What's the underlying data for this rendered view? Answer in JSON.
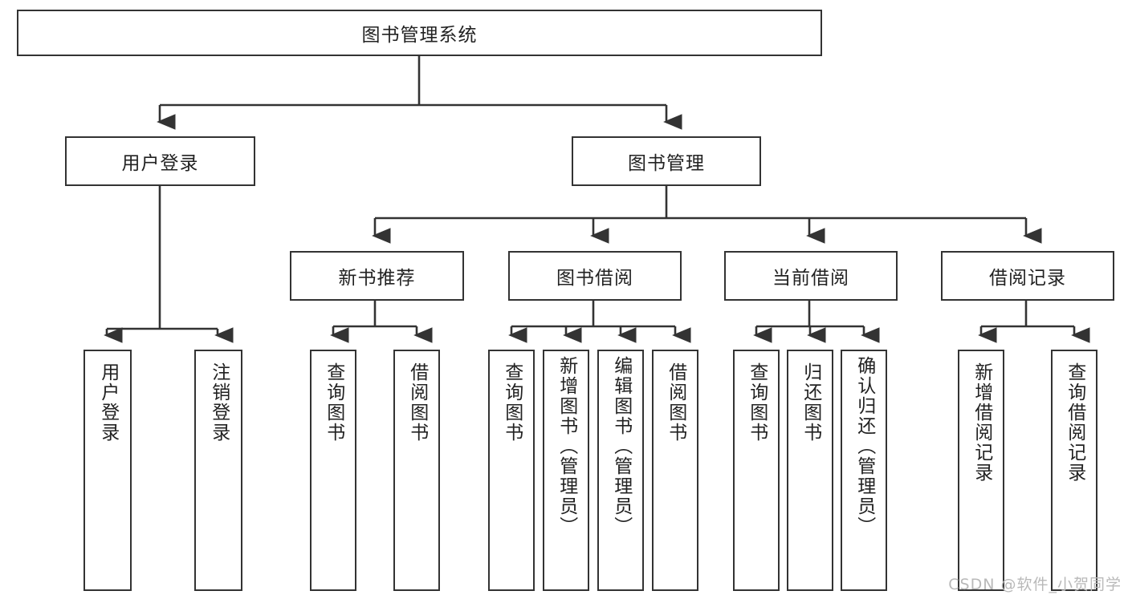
{
  "diagram": {
    "type": "tree",
    "title": "图书管理系统",
    "orientation": "top-down",
    "colors": {
      "box_border": "#333333",
      "box_fill": "#ffffff",
      "edge": "#333333",
      "text": "#222222",
      "watermark": "#b9b9b9",
      "background": "#ffffff"
    }
  },
  "nodes": {
    "root": {
      "label": "图书管理系统",
      "level": 1,
      "orientation": "horizontal"
    },
    "level2": [
      {
        "id": "user-login",
        "label": "用户登录",
        "level": 2,
        "orientation": "horizontal"
      },
      {
        "id": "book-management",
        "label": "图书管理",
        "level": 2,
        "orientation": "horizontal"
      }
    ],
    "level3": [
      {
        "id": "new-book-recommend",
        "label": "新书推荐",
        "level": 3,
        "orientation": "horizontal"
      },
      {
        "id": "book-borrow",
        "label": "图书借阅",
        "level": 3,
        "orientation": "horizontal"
      },
      {
        "id": "current-borrow",
        "label": "当前借阅",
        "level": 3,
        "orientation": "horizontal"
      },
      {
        "id": "borrow-record",
        "label": "借阅记录",
        "level": 3,
        "orientation": "horizontal"
      }
    ],
    "leaves": [
      {
        "id": "leaf-user-login",
        "label": "用户登录",
        "parent": "user-login",
        "orientation": "vertical"
      },
      {
        "id": "leaf-logout-login",
        "label": "注销登录",
        "parent": "user-login",
        "orientation": "vertical"
      },
      {
        "id": "leaf-query-books-1",
        "label": "查询图书",
        "parent": "new-book-recommend",
        "orientation": "vertical"
      },
      {
        "id": "leaf-borrow-books-1",
        "label": "借阅图书",
        "parent": "new-book-recommend",
        "orientation": "vertical"
      },
      {
        "id": "leaf-query-books-2",
        "label": "查询图书",
        "parent": "book-borrow",
        "orientation": "vertical"
      },
      {
        "id": "leaf-add-book",
        "label": "新增图书（管理员）",
        "parent": "book-borrow",
        "orientation": "vertical"
      },
      {
        "id": "leaf-edit-book",
        "label": "编辑图书（管理员）",
        "parent": "book-borrow",
        "orientation": "vertical"
      },
      {
        "id": "leaf-borrow-books-2",
        "label": "借阅图书",
        "parent": "book-borrow",
        "orientation": "vertical"
      },
      {
        "id": "leaf-query-books-3",
        "label": "查询图书",
        "parent": "current-borrow",
        "orientation": "vertical"
      },
      {
        "id": "leaf-return-books",
        "label": "归还图书",
        "parent": "current-borrow",
        "orientation": "vertical"
      },
      {
        "id": "leaf-confirm-return",
        "label": "确认归还（管理员）",
        "parent": "current-borrow",
        "orientation": "vertical"
      },
      {
        "id": "leaf-add-borrow-record",
        "label": "新增借阅记录",
        "parent": "borrow-record",
        "orientation": "vertical"
      },
      {
        "id": "leaf-query-borrow-record",
        "label": "查询借阅记录",
        "parent": "borrow-record",
        "orientation": "vertical"
      }
    ]
  },
  "watermark": {
    "text": "CSDN @软件_小贺同学"
  }
}
